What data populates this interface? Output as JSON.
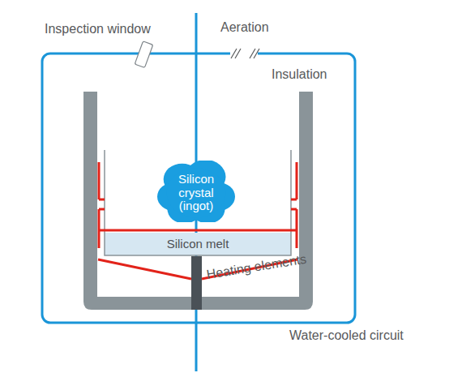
{
  "diagram": {
    "nodes": [
      {
        "text": [
          "Silicon crystal (ingot)"
        ]
      },
      {
        "text": [
          "Silicon melt"
        ]
      }
    ],
    "labels": [
      "Inspection window",
      "Aeration",
      "Insulation",
      "Heating elements",
      "Water-cooled circuit"
    ]
  }
}
